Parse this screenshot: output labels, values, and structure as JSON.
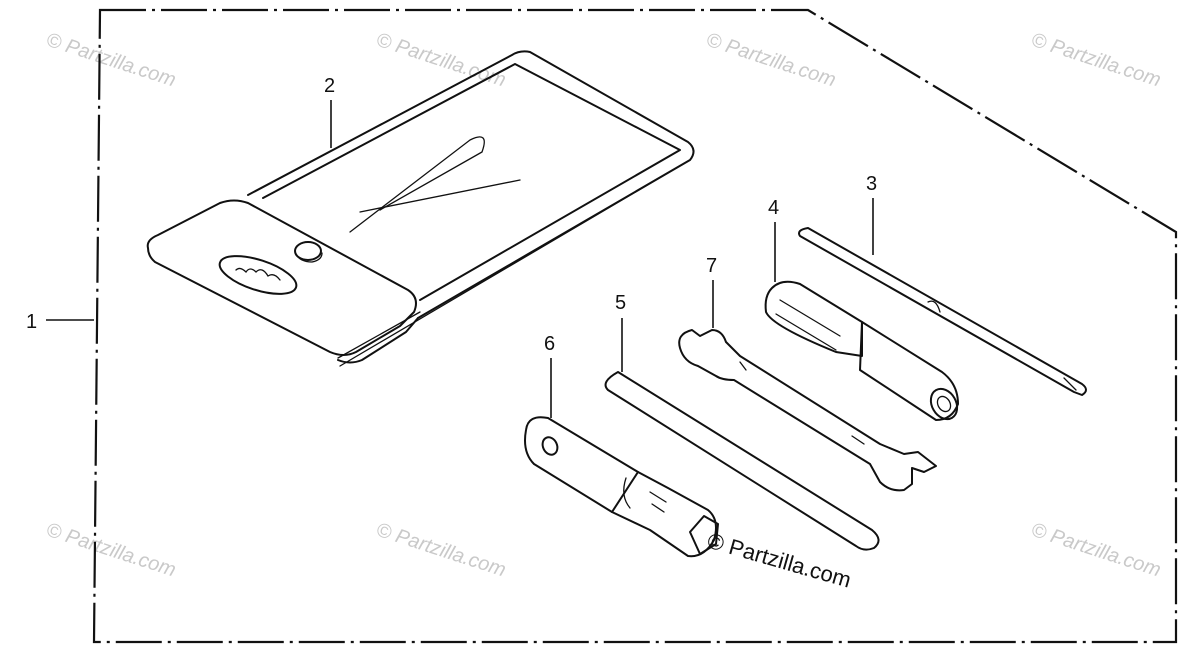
{
  "callouts": [
    {
      "id": "1",
      "label": "1"
    },
    {
      "id": "2",
      "label": "2"
    },
    {
      "id": "3",
      "label": "3"
    },
    {
      "id": "4",
      "label": "4"
    },
    {
      "id": "5",
      "label": "5"
    },
    {
      "id": "6",
      "label": "6"
    },
    {
      "id": "7",
      "label": "7"
    }
  ],
  "watermark": {
    "text": "© Partzilla.com",
    "main_text": "© Partzilla.com"
  }
}
